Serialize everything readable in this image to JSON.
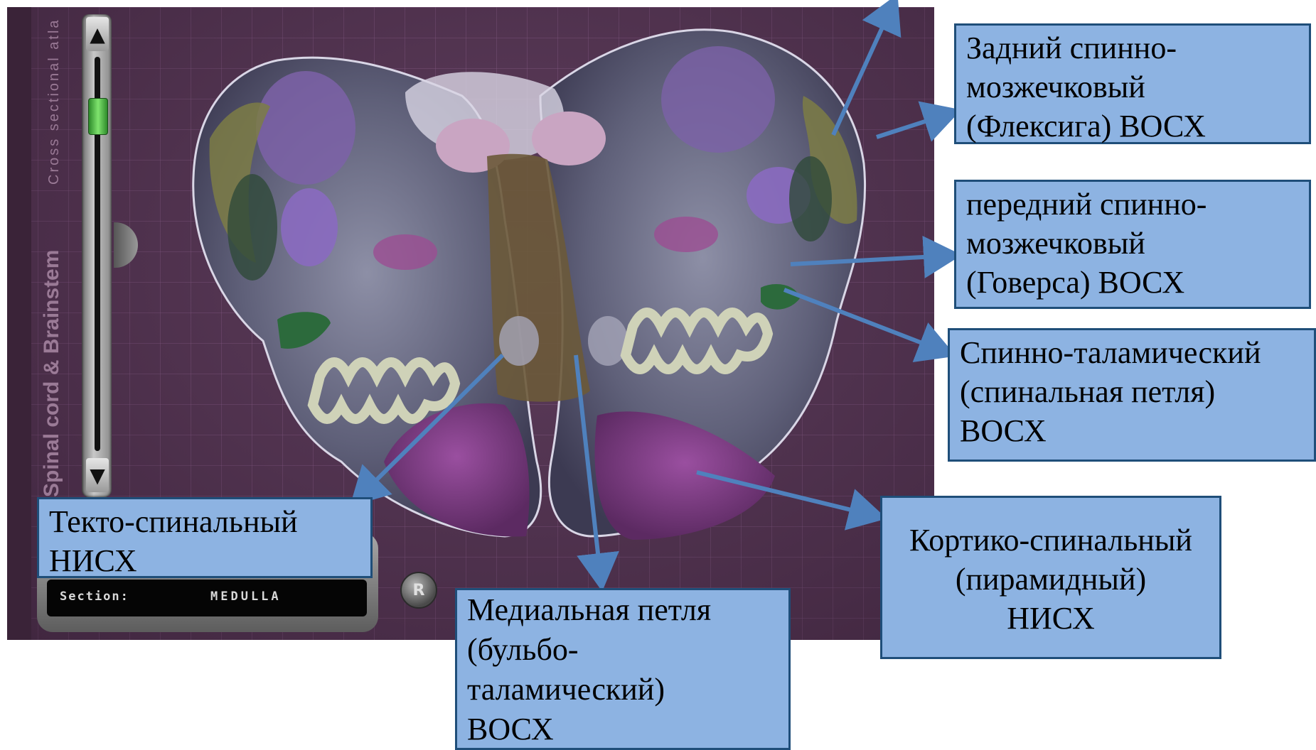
{
  "app": {
    "title_main": "Spinal cord & Brainstem",
    "title_sub": "Cross sectional atla",
    "section_label": "Section:",
    "section_value": "MEDULLA",
    "reset_label": "R",
    "slider_up_icon": "triangle-up",
    "slider_down_icon": "triangle-down"
  },
  "labels": {
    "dorsal_spinocerebellar": "Задний спинно-\nмозжечковый\n(Флексига) ВОСХ",
    "ventral_spinocerebellar": "передний спинно-\nмозжечковый\n(Говерса) ВОСХ",
    "spinothalamic": "Спинно-таламический\n(спинальная петля)\nВОСХ",
    "corticospinal": "Кортико-спинальный\n(пирамидный)\nНИСХ",
    "medial_lemniscus": "Медиальная петля\n(бульбо-\nталамический)\nВОСХ",
    "tectospinal": "Текто-спинальный\nНИСХ"
  },
  "colors": {
    "label_fill": "#8db3e2",
    "label_border": "#1f4e79",
    "arrow": "#4f81bd",
    "panel_bg": "#5e3d5c",
    "pyramid": "#7a3a7e",
    "medial_lemniscus_tract": "#6b5a3a"
  }
}
